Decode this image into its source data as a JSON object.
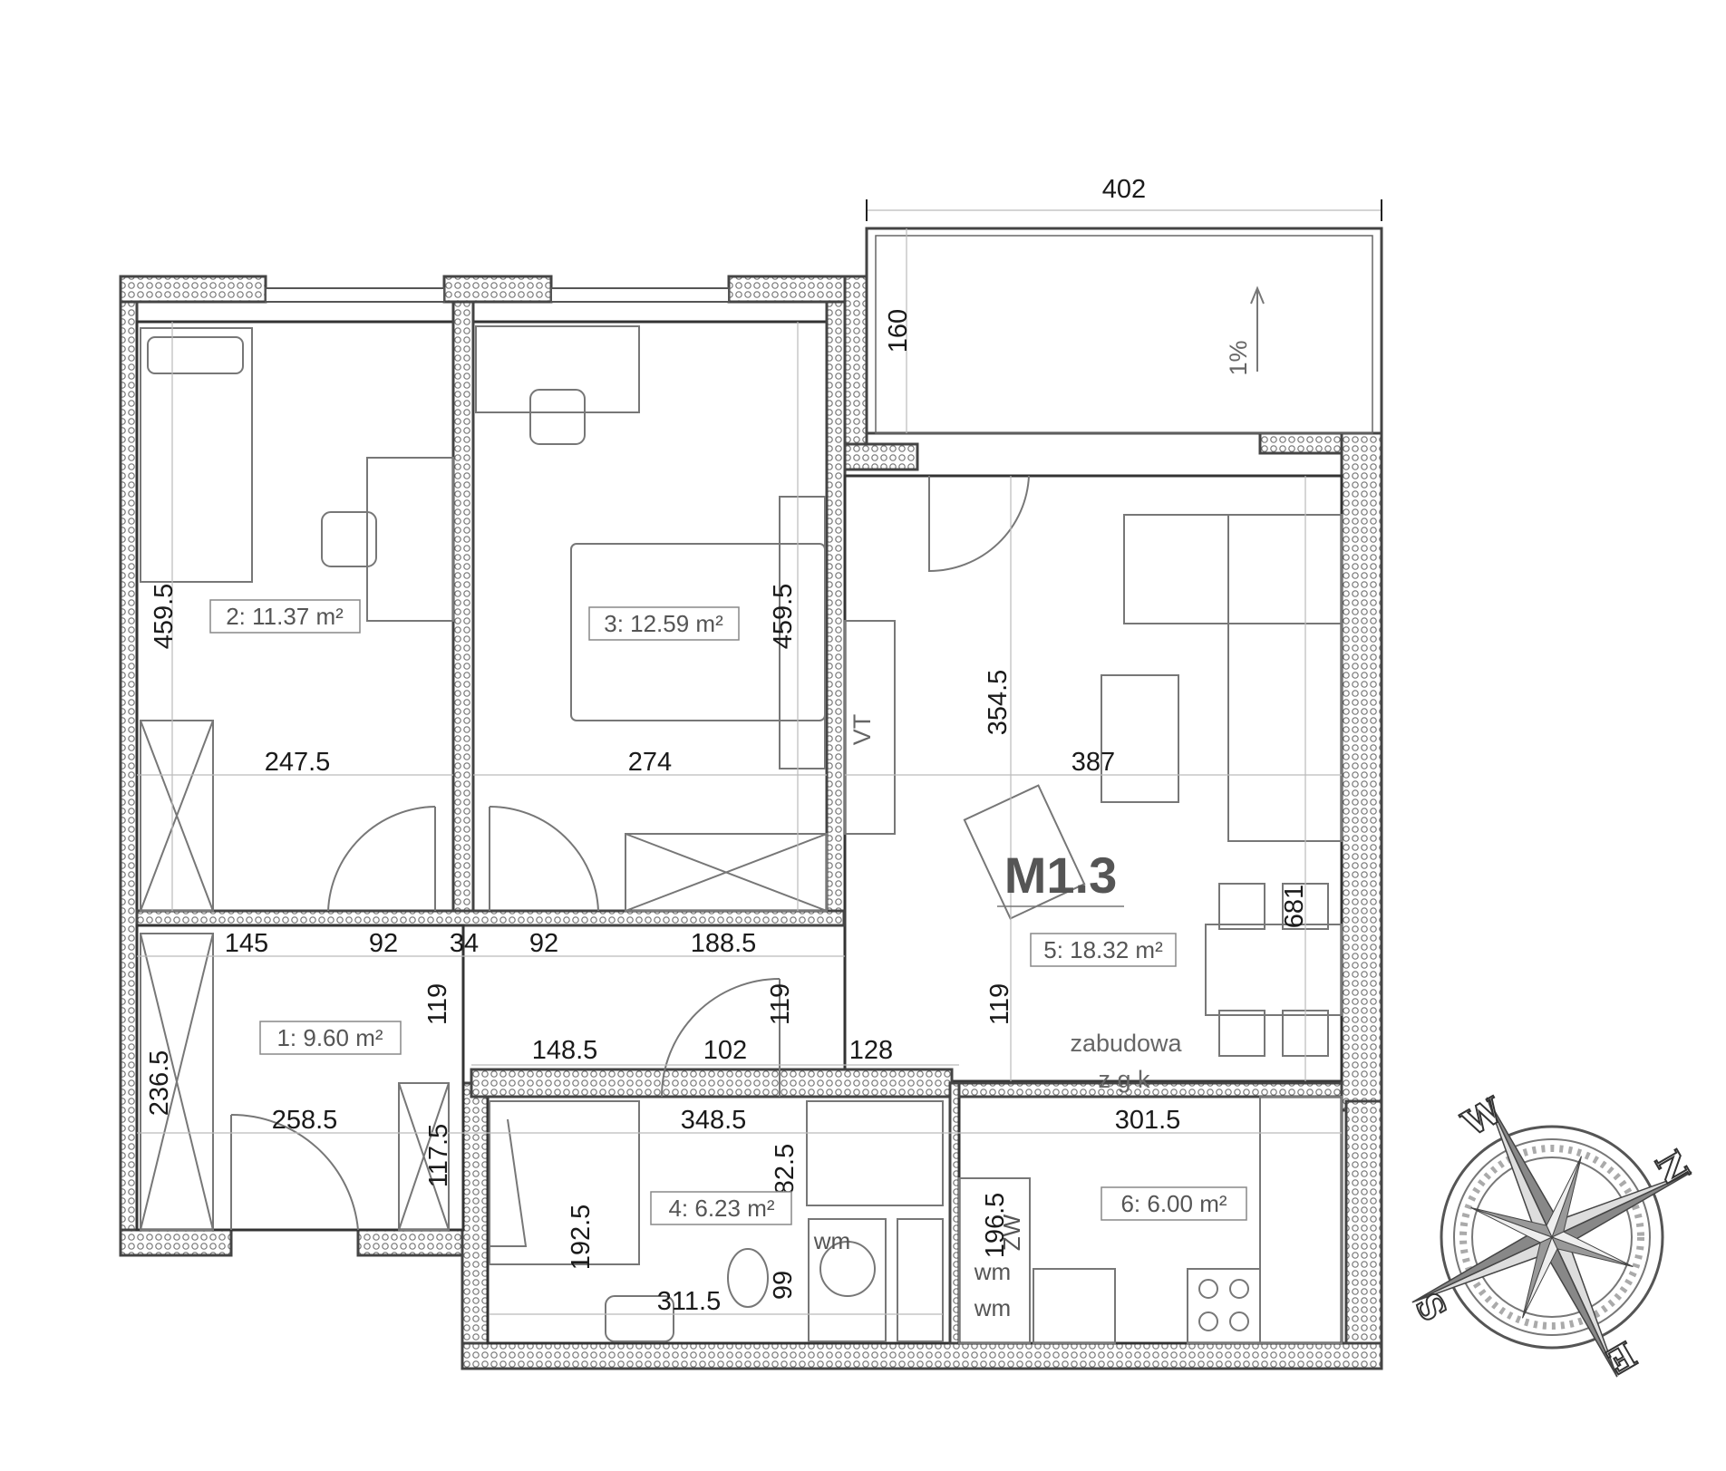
{
  "plan": {
    "unit_label": "M1.3",
    "rooms": [
      {
        "id": "1",
        "label": "1: 9.60 m²"
      },
      {
        "id": "2",
        "label": "2: 11.37 m²"
      },
      {
        "id": "3",
        "label": "3: 12.59 m²"
      },
      {
        "id": "4",
        "label": "4: 6.23 m²"
      },
      {
        "id": "5",
        "label": "5: 18.32 m²"
      },
      {
        "id": "6",
        "label": "6: 6.00 m²"
      }
    ],
    "balcony": {
      "width": "402",
      "depth": "160",
      "slope": "1%"
    },
    "dimensions": {
      "r2_height": "459.5",
      "r2_width": "247.5",
      "r3_height": "459.5",
      "r3_width": "274",
      "r5_height": "354.5",
      "r5_width": "387",
      "r5_total": "681",
      "hall_a": "145",
      "hall_b": "92",
      "hall_c": "34",
      "hall_d": "92",
      "hall_e": "188.5",
      "hall_h1": "119",
      "hall_h2": "119",
      "hall_h3": "119",
      "hall_f": "148.5",
      "hall_g": "102",
      "hall_h": "128",
      "r1_height": "236.5",
      "r1_width": "258.5",
      "r1_closet": "117.5",
      "r4_width": "348.5",
      "r4_h1": "82.5",
      "r4_height": "192.5",
      "r4_bottom": "311.5",
      "r4_h2": "99",
      "r6_width": "301.5",
      "r6_height": "196.5"
    },
    "labels": {
      "vt": "VT",
      "zabudowa": "zabudowa",
      "zgk": "z g k",
      "wm1": "wm",
      "wm2": "wm",
      "wm3": "wm",
      "zw": "ZW"
    }
  },
  "compass": {
    "n": "N",
    "e": "E",
    "s": "S",
    "w": "W"
  }
}
